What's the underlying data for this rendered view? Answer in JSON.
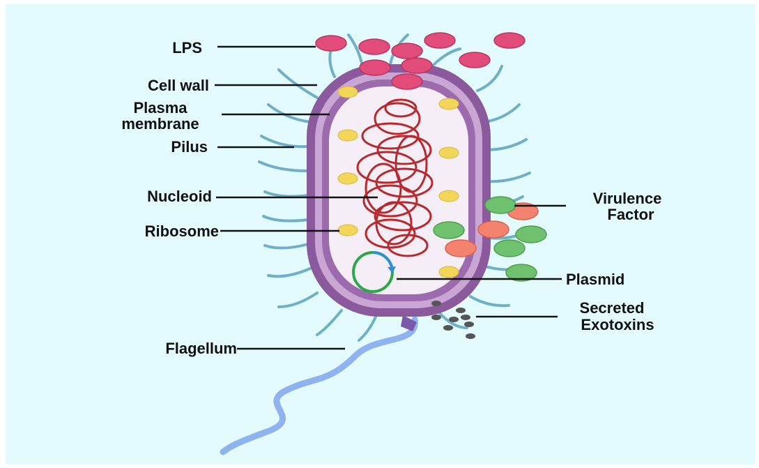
{
  "colors": {
    "background": "#e3fbfd",
    "wall": "#8a5a9c",
    "wall_light": "#c9a6d4",
    "cytoplasm": "#f6eef6",
    "nucleoid": "#b8282c",
    "ribosome": "#f2d65a",
    "lps": "#e24c7a",
    "pilus": "#6fb0c8",
    "flagellum": "#8fb3f0",
    "virulence_green": "#6fc16f",
    "virulence_salmon": "#f3836e",
    "plasmid_green": "#2aa84a",
    "plasmid_blue": "#2e8fd6",
    "exotoxin": "#555555"
  },
  "labels": {
    "lps": "LPS",
    "cell_wall": "Cell wall",
    "plasma_line1": "Plasma",
    "plasma_line2": "membrane",
    "pilus": "Pilus",
    "nucleoid": "Nucleoid",
    "ribosome": "Ribosome",
    "flagellum": "Flagellum",
    "virulence_line1": "Virulence",
    "virulence_line2": "Factor",
    "plasmid": "Plasmid",
    "exotoxins_line1": "Secreted",
    "exotoxins_line2": "Exotoxins"
  }
}
